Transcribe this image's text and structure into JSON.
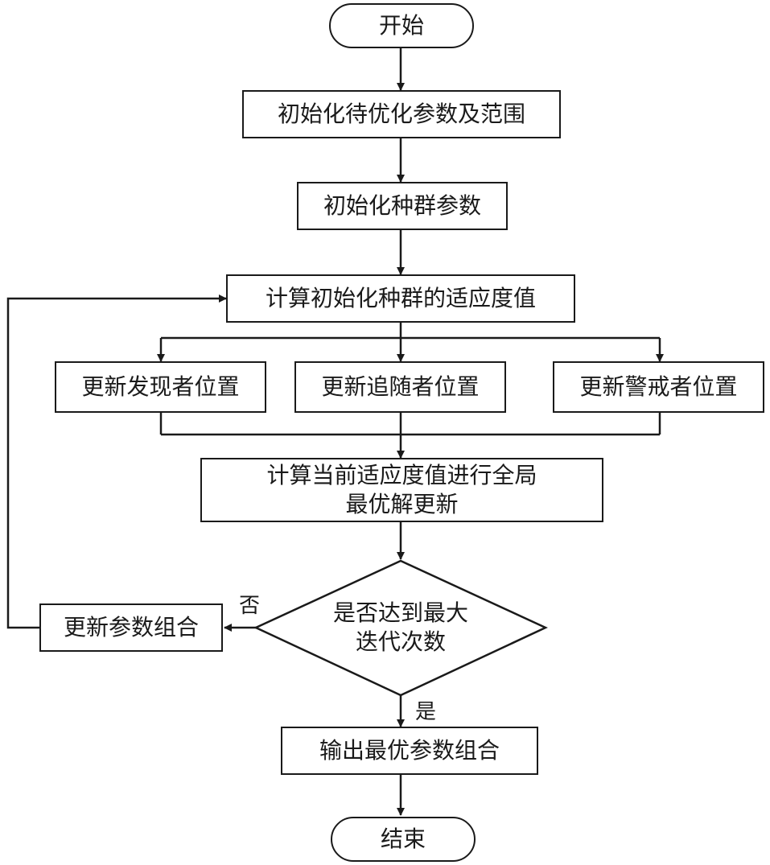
{
  "nodes": {
    "start": "开始",
    "init_params": "初始化待优化参数及范围",
    "init_population": "初始化种群参数",
    "calc_fitness": "计算初始化种群的适应度值",
    "update_discoverer": "更新发现者位置",
    "update_follower": "更新追随者位置",
    "update_sentinel": "更新警戒者位置",
    "global_update": [
      "计算当前适应度值进行全局",
      "最优解更新"
    ],
    "max_iter": [
      "是否达到最大",
      "迭代次数"
    ],
    "update_combo": "更新参数组合",
    "output": "输出最优参数组合",
    "end": "结束"
  },
  "edge_labels": {
    "no": "否",
    "yes": "是"
  },
  "colors": {
    "line": "#1a1a1a",
    "fill": "#ffffff"
  }
}
